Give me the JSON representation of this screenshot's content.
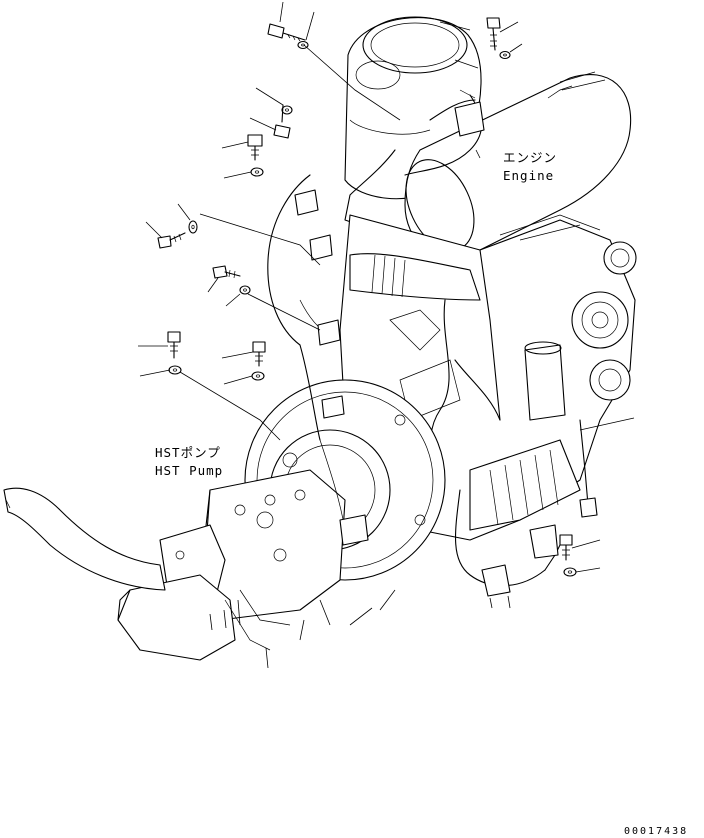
{
  "labels": {
    "engine_jp": "エンジン",
    "engine_en": "Engine",
    "pump_jp": "HSTポンプ",
    "pump_en": "HST Pump"
  },
  "drawing_number": "00017438"
}
